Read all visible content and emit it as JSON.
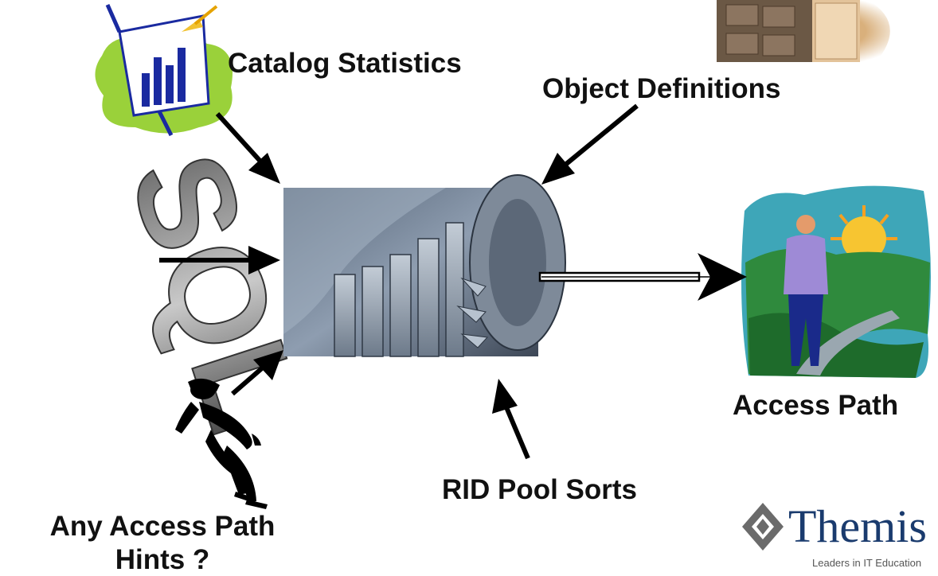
{
  "labels": {
    "catalog_statistics": "Catalog Statistics",
    "object_definitions": "Object Definitions",
    "access_path": "Access Path",
    "rid_pool_sorts": "RID Pool Sorts",
    "hints_line1": "Any Access Path",
    "hints_line2": "Hints ?"
  },
  "sql_art_text": "SQL",
  "logo": {
    "name": "Themis",
    "tagline": "Leaders in IT Education",
    "color": "#1a3b6e"
  },
  "icons": {
    "catalog": "chart-easel-icon",
    "cabinet": "file-cabinet-photo",
    "gears": "gears-photo",
    "person_landscape": "person-sunrise-landscape-icon",
    "thinker": "thinking-man-icon"
  }
}
